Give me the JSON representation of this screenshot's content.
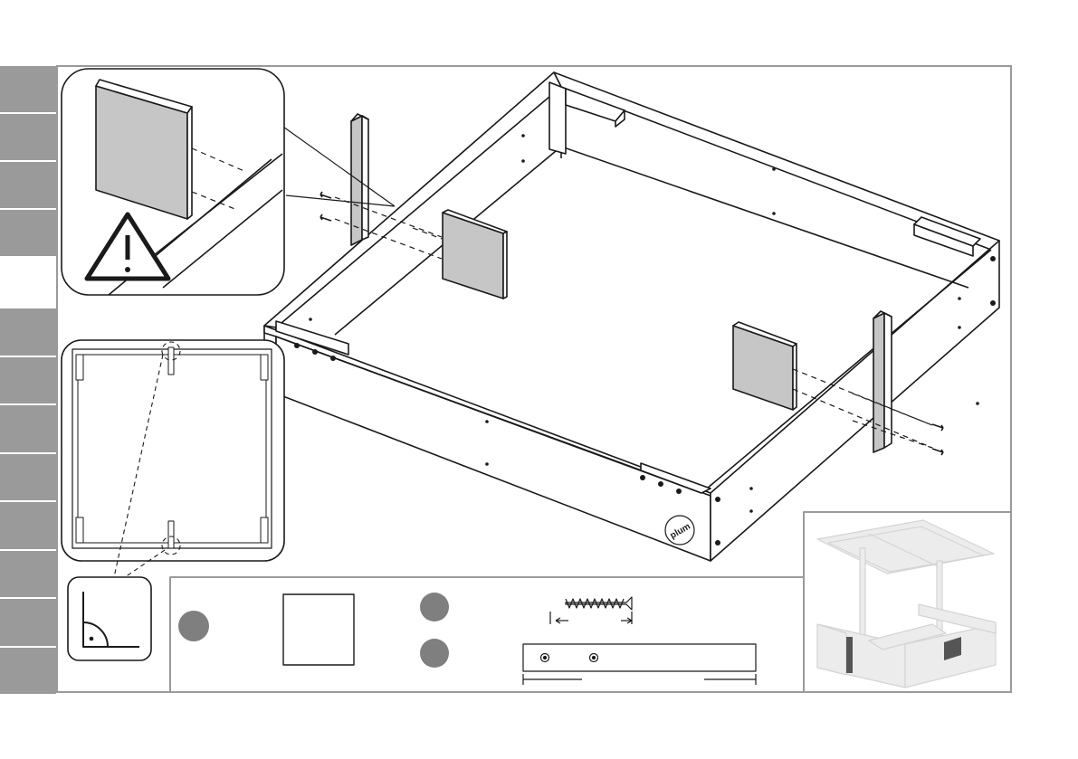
{
  "colors": {
    "tab_gray": "#9a9a9a",
    "frame_gray": "#9a9a9a",
    "panel_fill": "#c6c6c6",
    "bullet": "#7f7f7f",
    "preview_wood": "#dedede"
  },
  "brand": {
    "logo": "plum"
  },
  "icons": {
    "warning": "warning-triangle-icon",
    "right_angle": "right-angle-icon",
    "screw": "screw-icon"
  },
  "page_tabs": {
    "upper_count": 4,
    "lower_count": 8
  }
}
